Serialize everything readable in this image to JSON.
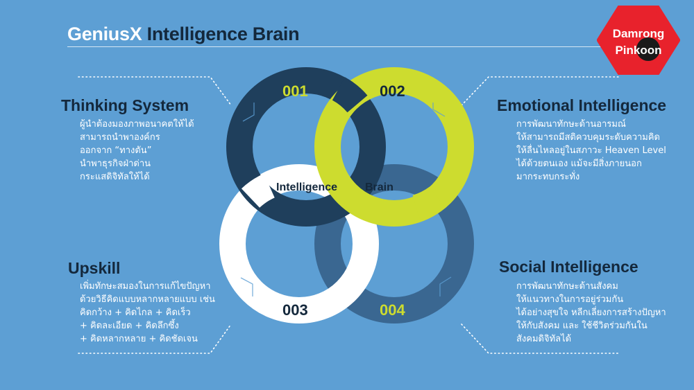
{
  "title": {
    "brand": "GeniusX",
    "rest": "Intelligence Brain"
  },
  "logo": {
    "line1": "Damrong",
    "line2": "Pinkoon"
  },
  "sections": {
    "thinking": {
      "heading": "Thinking System",
      "lines": [
        "ผู้นำต้องมองภาพอนาคตให้ได้",
        "สามารถนำพาองค์กร",
        "ออกจาก “ทางตัน”",
        "นำพาธุรกิจฝ่าด่าน",
        "กระแสดิจิทัลให้ได้"
      ]
    },
    "emotional": {
      "heading": "Emotional Intelligence",
      "lines": [
        "การพัฒนาทักษะด้านอารมณ์",
        "ให้สามารถมีสติควบคุมระดับความคิด",
        "ให้ลื่นไหลอยู่ในสภาวะ Heaven Level",
        "ได้ด้วยตนเอง แม้จะมีสิ่งภายนอก",
        "มากระทบกระทั่ง"
      ]
    },
    "upskill": {
      "heading": "Upskill",
      "lines": [
        "เพิ่มทักษะสมองในการแก้ไขปัญหา",
        "ด้วยวิธีคิดแบบหลากหลายแบบ เช่น",
        "คิดกว้าง + คิดไกล + คิดเร็ว",
        "+ คิดละเอียด + คิดลึกซึ้ง",
        "+ คิดหลากหลาย + คิดชัดเจน"
      ]
    },
    "social": {
      "heading": "Social Intelligence",
      "lines": [
        "การพัฒนาทักษะด้านสังคม",
        "ให้แนวทางในการอยู่ร่วมกัน",
        "ได้อย่างสุขใจ หลีกเลี่ยงการสร้างปัญหา",
        "ให้กับสังคม และ ใช้ชีวิตร่วมกันใน",
        "สังคมดิจิทัลได้"
      ]
    }
  },
  "rings": {
    "r1": {
      "label": "001",
      "color": "#1f3f5c"
    },
    "r2": {
      "label": "002",
      "color": "#cddc2f"
    },
    "r3": {
      "label": "003",
      "color": "#ffffff"
    },
    "r4": {
      "label": "004",
      "color": "#3a6791"
    }
  },
  "center": {
    "word1": "Intelligence",
    "word2": "Brain"
  },
  "colors": {
    "background": "#5d9fd4",
    "dark": "#14283c",
    "accent": "#cddc2f",
    "logo_red": "#e8222c"
  }
}
